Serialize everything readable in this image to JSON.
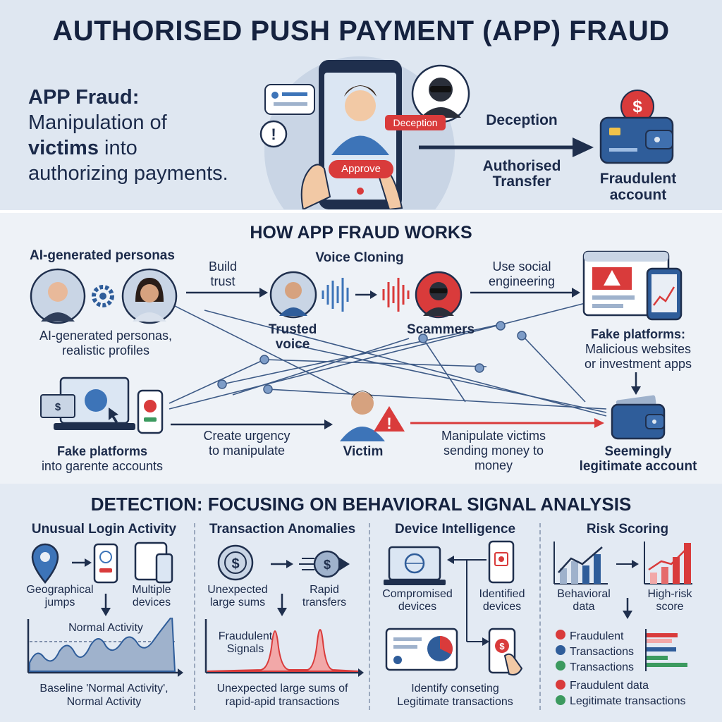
{
  "header": {
    "title": "AUTHORISED PUSH PAYMENT (APP) FRAUD",
    "intro_line1": "APP Fraud:",
    "intro_line2": "Manipulation of",
    "intro_line3_bold": "victims",
    "intro_line3_rest": " into",
    "intro_line4": "authorizing payments.",
    "deception_badge": "Deception",
    "approve_button": "Approve",
    "arrow_top_label": "Deception",
    "arrow_bottom_label_1": "Authorised",
    "arrow_bottom_label_2": "Transfer",
    "destination_1": "Fraudulent",
    "destination_2": "account"
  },
  "how": {
    "title": "HOW APP FRAUD WORKS",
    "personas_title": "AI-generated personas",
    "personas_caption_1": "AI-generated personas,",
    "personas_caption_2": "realistic profiles",
    "build_trust_1": "Build",
    "build_trust_2": "trust",
    "voice_cloning": "Voice Cloning",
    "trusted_voice_1": "Trusted",
    "trusted_voice_2": "voice",
    "scammers": "Scammers",
    "social_1": "Use social",
    "social_2": "engineering",
    "fake_platforms_right_title": "Fake platforms:",
    "fake_platforms_right_1": "Malicious websites",
    "fake_platforms_right_2": "or investment apps",
    "fake_platforms_left_title": "Fake platforms",
    "fake_platforms_left_sub": "into garente accounts",
    "urgency_1": "Create urgency",
    "urgency_2": "to manipulate",
    "victim": "Victim",
    "manipulate_1": "Manipulate victims",
    "manipulate_2": "sending money to",
    "manipulate_3": "money",
    "legit_1": "Seemingly",
    "legit_2": "legitimate account"
  },
  "detection": {
    "title": "DETECTION: FOCUSING ON BEHAVIORAL SIGNAL ANALYSIS",
    "col1": {
      "title": "Unusual Login Activity",
      "geo_1": "Geographical",
      "geo_2": "jumps",
      "multi_1": "Multiple",
      "multi_2": "devices",
      "chart_label": "Normal Activity",
      "caption_1": "Baseline 'Normal Activity',",
      "caption_2": "Normal Activity"
    },
    "col2": {
      "title": "Transaction Anomalies",
      "unexpected_1": "Unexpected",
      "unexpected_2": "large sums",
      "rapid_1": "Rapid",
      "rapid_2": "transfers",
      "chart_label_1": "Fraudulent",
      "chart_label_2": "Signals",
      "caption_1": "Unexpected large sums of",
      "caption_2": "rapid-apid transactions"
    },
    "col3": {
      "title": "Device Intelligence",
      "compromised_1": "Compromised",
      "compromised_2": "devices",
      "identified_1": "Identified",
      "identified_2": "devices",
      "caption_1": "Identify conseting",
      "caption_2": "Legitimate transactions"
    },
    "col4": {
      "title": "Risk Scoring",
      "behavioral_1": "Behavioral",
      "behavioral_2": "data",
      "highrisk_1": "High-risk",
      "highrisk_2": "score",
      "legend": [
        "Fraudulent",
        "Transactions",
        "Transactions"
      ],
      "legend_bottom_1": "Fraudulent data",
      "legend_bottom_2": "Legitimate transactions"
    }
  },
  "colors": {
    "navy": "#1b2a4a",
    "accent_blue": "#2f5d9a",
    "alert_red": "#d93b3b",
    "green": "#3c9a5f"
  }
}
